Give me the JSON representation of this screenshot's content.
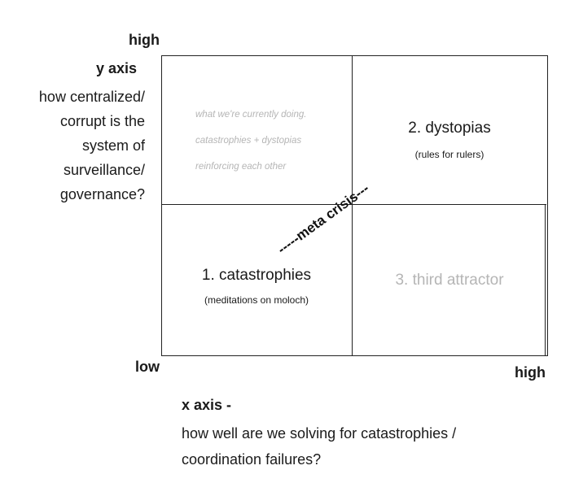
{
  "labels": {
    "high_top": "high",
    "low": "low",
    "high_right": "high"
  },
  "y_axis": {
    "title": "y axis",
    "lines": [
      "how centralized/",
      "corrupt is the",
      "system of",
      "surveillance/",
      "governance?"
    ]
  },
  "x_axis": {
    "title": "x axis -",
    "lines": [
      "how well are we solving for catastrophies /",
      "coordination failures?"
    ]
  },
  "quadrants": {
    "top_left": {
      "lines": [
        "what we're currently doing.",
        "catastrophies + dystopias",
        "reinforcing each other"
      ]
    },
    "top_right": {
      "title": "2. dystopias",
      "subtitle": "(rules for rulers)"
    },
    "bottom_left": {
      "title": "1. catastrophies",
      "subtitle": "(meditations on moloch)"
    },
    "bottom_right": {
      "title": "3. third attractor"
    }
  },
  "diagonal_label": "-----meta crisis---",
  "colors": {
    "muted": "#b5b5b5",
    "ink": "#1a1a1a"
  }
}
